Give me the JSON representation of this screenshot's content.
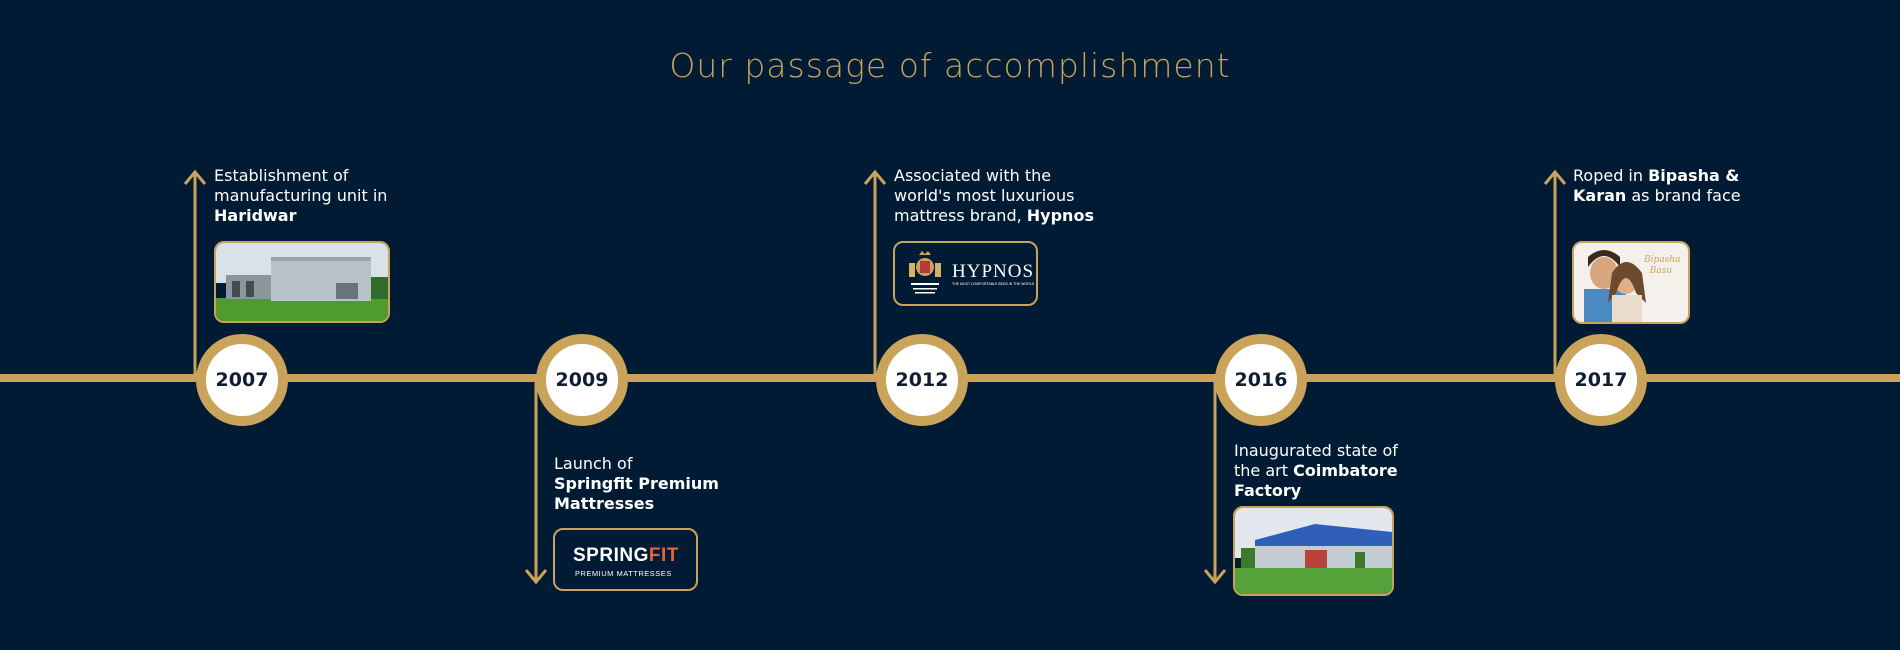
{
  "title": "Our passage of accomplishment",
  "milestones": [
    {
      "year": "2007",
      "text_parts": [
        "Establishment of",
        "manufacturing unit in",
        "Haridwar"
      ],
      "image": "factory-haridwar-image"
    },
    {
      "year": "2009",
      "text_parts": [
        "Launch of",
        "Springfit Premium",
        "Mattresses"
      ],
      "logo_text": "SPRING",
      "logo_fit": "FIT",
      "logo_sub": "PREMIUM MATTRESSES"
    },
    {
      "year": "2012",
      "text_parts": [
        "Associated with the",
        "world's most luxurious",
        "mattress brand,",
        "Hypnos"
      ],
      "logo_text": "HYPNOS",
      "logo_sub": "THE MOST COMFORTABLE BEDS IN THE WORLD"
    },
    {
      "year": "2016",
      "text_parts": [
        "Inaugurated state of",
        "the art",
        "Coimbatore",
        "Factory"
      ],
      "image": "factory-coimbatore-image"
    },
    {
      "year": "2017",
      "text_parts": [
        "Roped in",
        "Bipasha &",
        "Karan",
        "as brand face"
      ],
      "image": "brand-ambassadors-image",
      "signature": "Bipasha Basu"
    }
  ],
  "colors": {
    "background": "#001b33",
    "accent": "#c9a35a",
    "node_fill": "#ffffff",
    "year_text": "#0f1e33",
    "body_text": "#ffffff"
  }
}
